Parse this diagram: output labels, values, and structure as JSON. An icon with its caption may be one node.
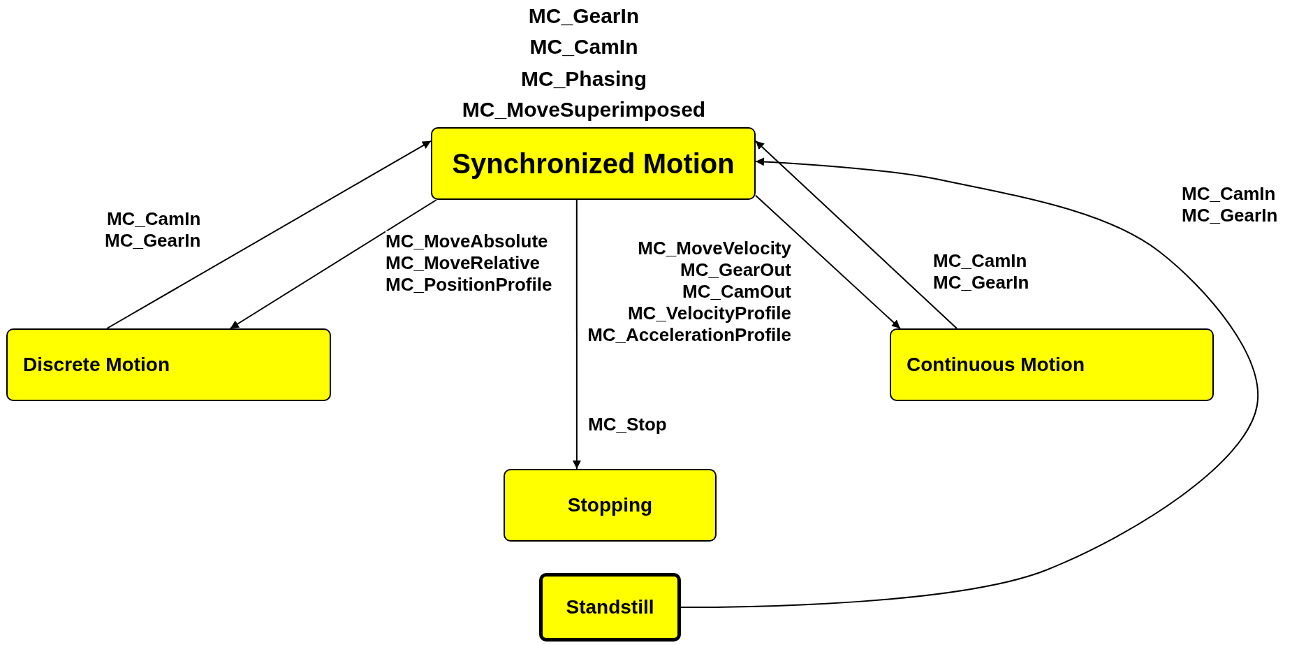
{
  "diagram": {
    "nodes": [
      {
        "text": [
          "Synchronized Motion"
        ]
      },
      {
        "text": [
          "Discrete Motion"
        ]
      },
      {
        "text": [
          "Continuous Motion"
        ]
      },
      {
        "text": [
          "Stopping"
        ]
      },
      {
        "text": [
          "Standstill"
        ]
      }
    ],
    "edges": [
      {
        "from": 1,
        "to": 0,
        "arrow": "to",
        "label": "MC_CamIn MC_GearIn"
      },
      {
        "from": 0,
        "to": 1,
        "arrow": "to",
        "label": "MC_MoveAbsolute MC_MoveRelative MC_PositionProfile"
      },
      {
        "from": 0,
        "to": 3,
        "arrow": "to",
        "label": "MC_Stop"
      },
      {
        "from": 0,
        "to": 2,
        "arrow": "to",
        "label": "MC_MoveVelocity MC_GearOut MC_CamOut MC_VelocityProfile MC_AccelerationProfile"
      },
      {
        "from": 2,
        "to": 0,
        "arrow": "to",
        "label": "MC_CamIn MC_GearIn"
      },
      {
        "from": 4,
        "to": 0,
        "arrow": "to",
        "label": "MC_CamIn MC_GearIn"
      }
    ],
    "labels": [
      "MC_GearIn",
      "MC_CamIn",
      "MC_Phasing",
      "MC_MoveSuperimposed"
    ]
  }
}
